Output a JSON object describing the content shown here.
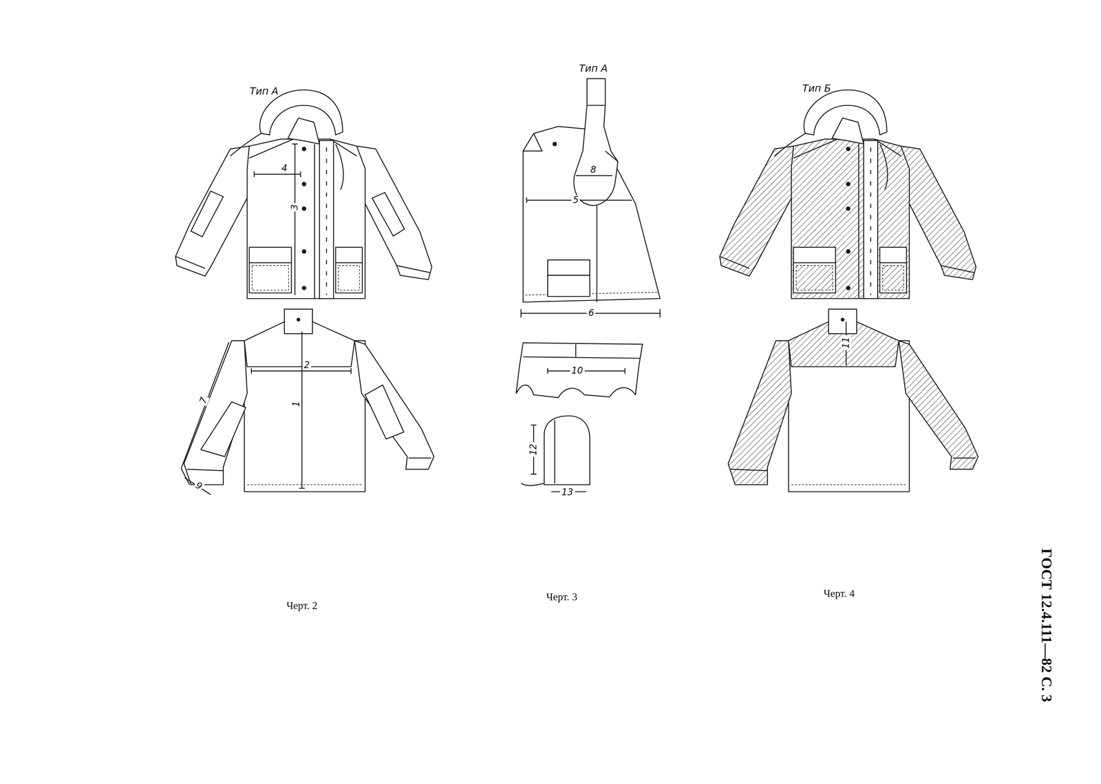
{
  "diagram": {
    "labels": [
      "Тип А",
      "4",
      "3",
      "2",
      "1",
      "7",
      "9",
      "Черт. 2",
      "Тип А",
      "8",
      "5",
      "6",
      "10",
      "12",
      "13",
      "Черт. 3",
      "Тип Б",
      "11",
      "Черт. 4",
      "ГОСТ 12.4.111—82 С. 3"
    ]
  }
}
